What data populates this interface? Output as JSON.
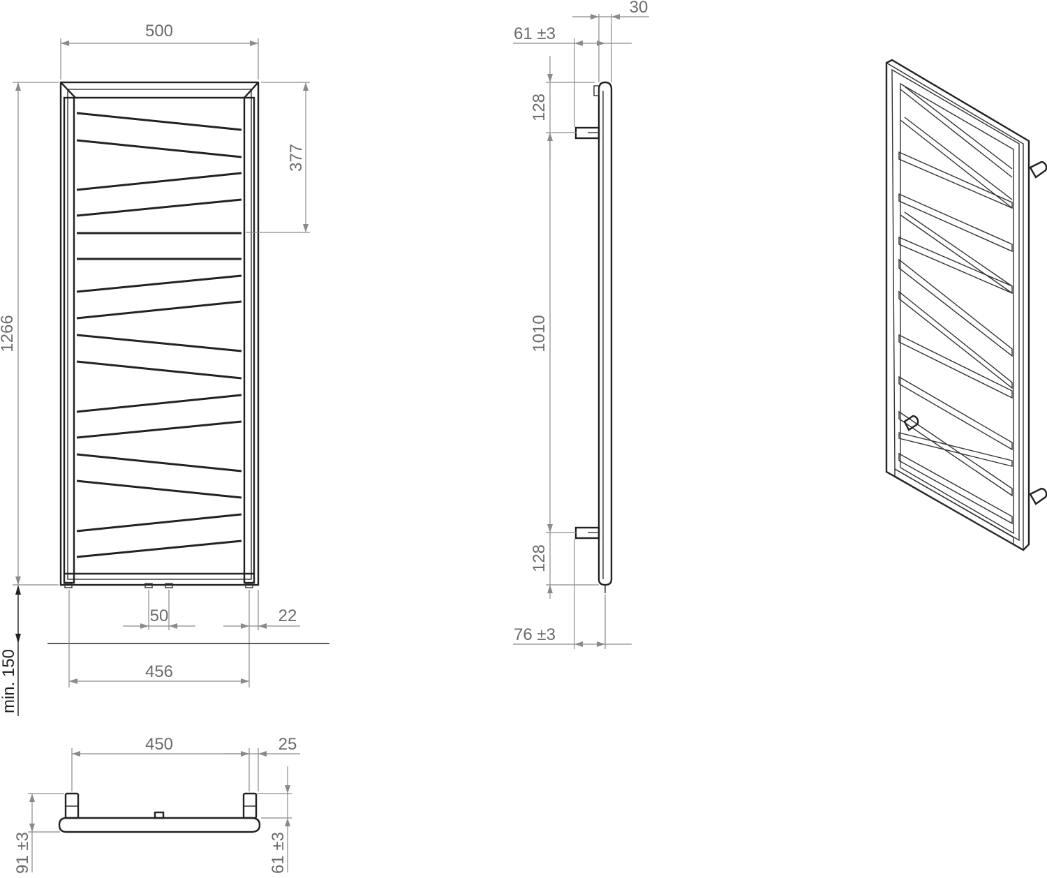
{
  "front_view": {
    "width_label": "500",
    "height_label": "1266",
    "upper_offset_label": "377",
    "pipe_spacing_label": "50",
    "side_offset_label": "22",
    "connection_width_label": "456",
    "floor_clearance_label": "min. 150"
  },
  "side_view": {
    "depth_label": "30",
    "wall_distance_top_label": "61 ±3",
    "top_bracket_label": "128",
    "bracket_spacing_label": "1010",
    "bottom_bracket_label": "128",
    "wall_distance_bottom_label": "76 ±3"
  },
  "top_view": {
    "bracket_spacing_label": "450",
    "bracket_width_label": "25",
    "left_depth_label": "91 ±3",
    "right_depth_label": "61 ±3"
  }
}
